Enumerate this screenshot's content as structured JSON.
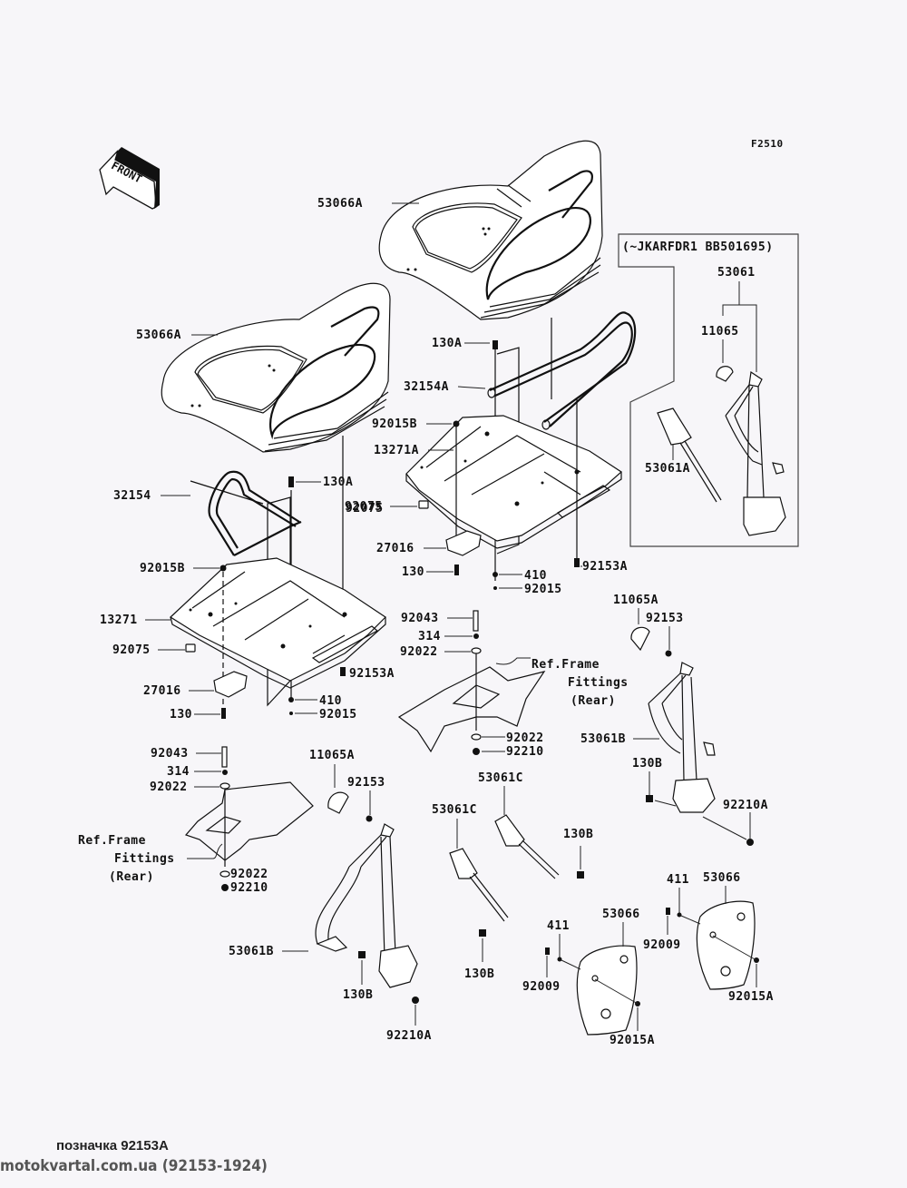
{
  "figure_code": "F2510",
  "direction_indicator": {
    "label": "FRONT",
    "icon": "front-arrow-icon"
  },
  "serial_range_note": "(~JKARFDR1 BB501695)",
  "callouts": {
    "seat_right": "53066A",
    "seat_left": "53066A",
    "bolt_right_top": "130A",
    "bar_right": "32154A",
    "cap_right": "92015B",
    "base_right": "13271A",
    "clip_right": "92075",
    "bracket_right": "27016",
    "bolt_right_bottom": "130",
    "washer_right": "410",
    "cap_right_bottom": "92015",
    "bolt_right_side": "92153A",
    "bar_left": "32154",
    "bolt_left_top": "130A",
    "clip_left_top": "92075",
    "cap_left": "92015B",
    "base_left": "13271",
    "clip_left": "92075",
    "bracket_left": "27016",
    "bolt_left_bottom": "130",
    "bolt_left_side": "92153A",
    "washer_left": "410",
    "cap_left_bottom": "92015",
    "belt_assy_old": "53061",
    "cover_old": "11065",
    "buckle_old": "53061A",
    "cover_rr": "11065A",
    "bolt_rr": "92153",
    "belt_rr": "53061B",
    "bolt_rr_lower": "130B",
    "nut_rr": "92210A",
    "pin_fr": "92043",
    "spacer_fr": "314",
    "washer_fr_top": "92022",
    "washer_fr_bottom": "92022",
    "nut_fr": "92210",
    "pin_fl": "92043",
    "spacer_fl": "314",
    "washer_fl_top": "92022",
    "washer_fl_bottom": "92022",
    "nut_fl": "92210",
    "cover_rl": "11065A",
    "bolt_rl": "92153",
    "belt_rl": "53061B",
    "bolt_rl_lower": "130B",
    "nut_rl": "92210A",
    "buckle_c1": "53061C",
    "buckle_c2": "53061C",
    "bolt_c1": "130B",
    "bolt_c2": "130B",
    "pad1": "53066",
    "pad2": "53066",
    "screw_pad1": "92009",
    "screw_pad2": "92009",
    "washer_pad1": "411",
    "washer_pad2": "411",
    "cap_pad1": "92015A",
    "cap_pad2": "92015A"
  },
  "ref_frame_right": {
    "line1": "Ref.Frame",
    "line2": "Fittings",
    "line3": "(Rear)"
  },
  "ref_frame_left": {
    "line1": "Ref.Frame",
    "line2": "Fittings",
    "line3": "(Rear)"
  },
  "footer": {
    "caption": "позначка 92153А",
    "source": "motokvartal.com.ua (92153-1924)"
  }
}
